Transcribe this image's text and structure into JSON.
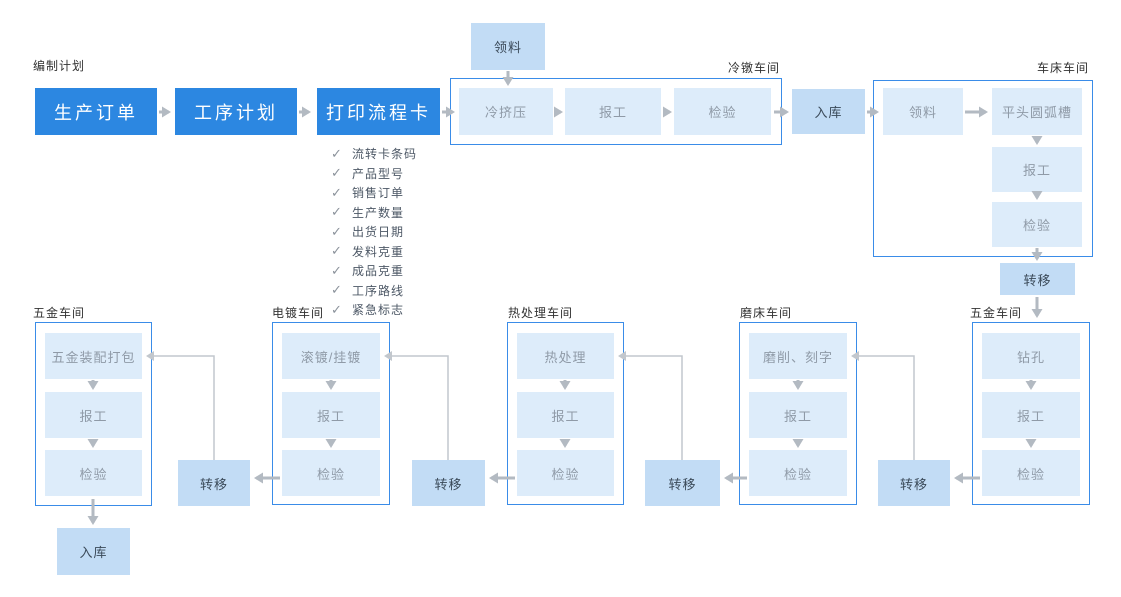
{
  "plan": {
    "label": "编制计划",
    "steps": [
      "生产订单",
      "工序计划",
      "打印流程卡"
    ]
  },
  "check_icon": "✓",
  "flow_card_fields": [
    "流转卡条码",
    "产品型号",
    "销售订单",
    "生产数量",
    "出货日期",
    "发料克重",
    "成品克重",
    "工序路线",
    "紧急标志"
  ],
  "nodes": {
    "pick_material": "领料",
    "inbound_top": "入库",
    "inbound_bottom": "入库",
    "transfer": "转移"
  },
  "workshops": {
    "cold_heading": {
      "label": "冷镦车间",
      "steps": [
        "冷挤压",
        "报工",
        "检验"
      ]
    },
    "lathe": {
      "label": "车床车间",
      "steps": [
        "领料",
        "平头圆弧槽",
        "报工",
        "检验"
      ]
    },
    "hardware_right": {
      "label": "五金车间",
      "steps": [
        "钻孔",
        "报工",
        "检验"
      ]
    },
    "grinding": {
      "label": "磨床车间",
      "steps": [
        "磨削、刻字",
        "报工",
        "检验"
      ]
    },
    "heat_treatment": {
      "label": "热处理车间",
      "steps": [
        "热处理",
        "报工",
        "检验"
      ]
    },
    "plating": {
      "label": "电镀车间",
      "steps": [
        "滚镀/挂镀",
        "报工",
        "检验"
      ]
    },
    "hardware_left": {
      "label": "五金车间",
      "steps": [
        "五金装配打包",
        "报工",
        "检验"
      ]
    }
  },
  "colors": {
    "primary_blue": "#2c87e1",
    "node_fill_light": "#ddecfa",
    "node_fill_medium": "#c2dcf5",
    "group_border_blue": "#3a8ce8",
    "arrow_gray": "#b3bac2"
  }
}
